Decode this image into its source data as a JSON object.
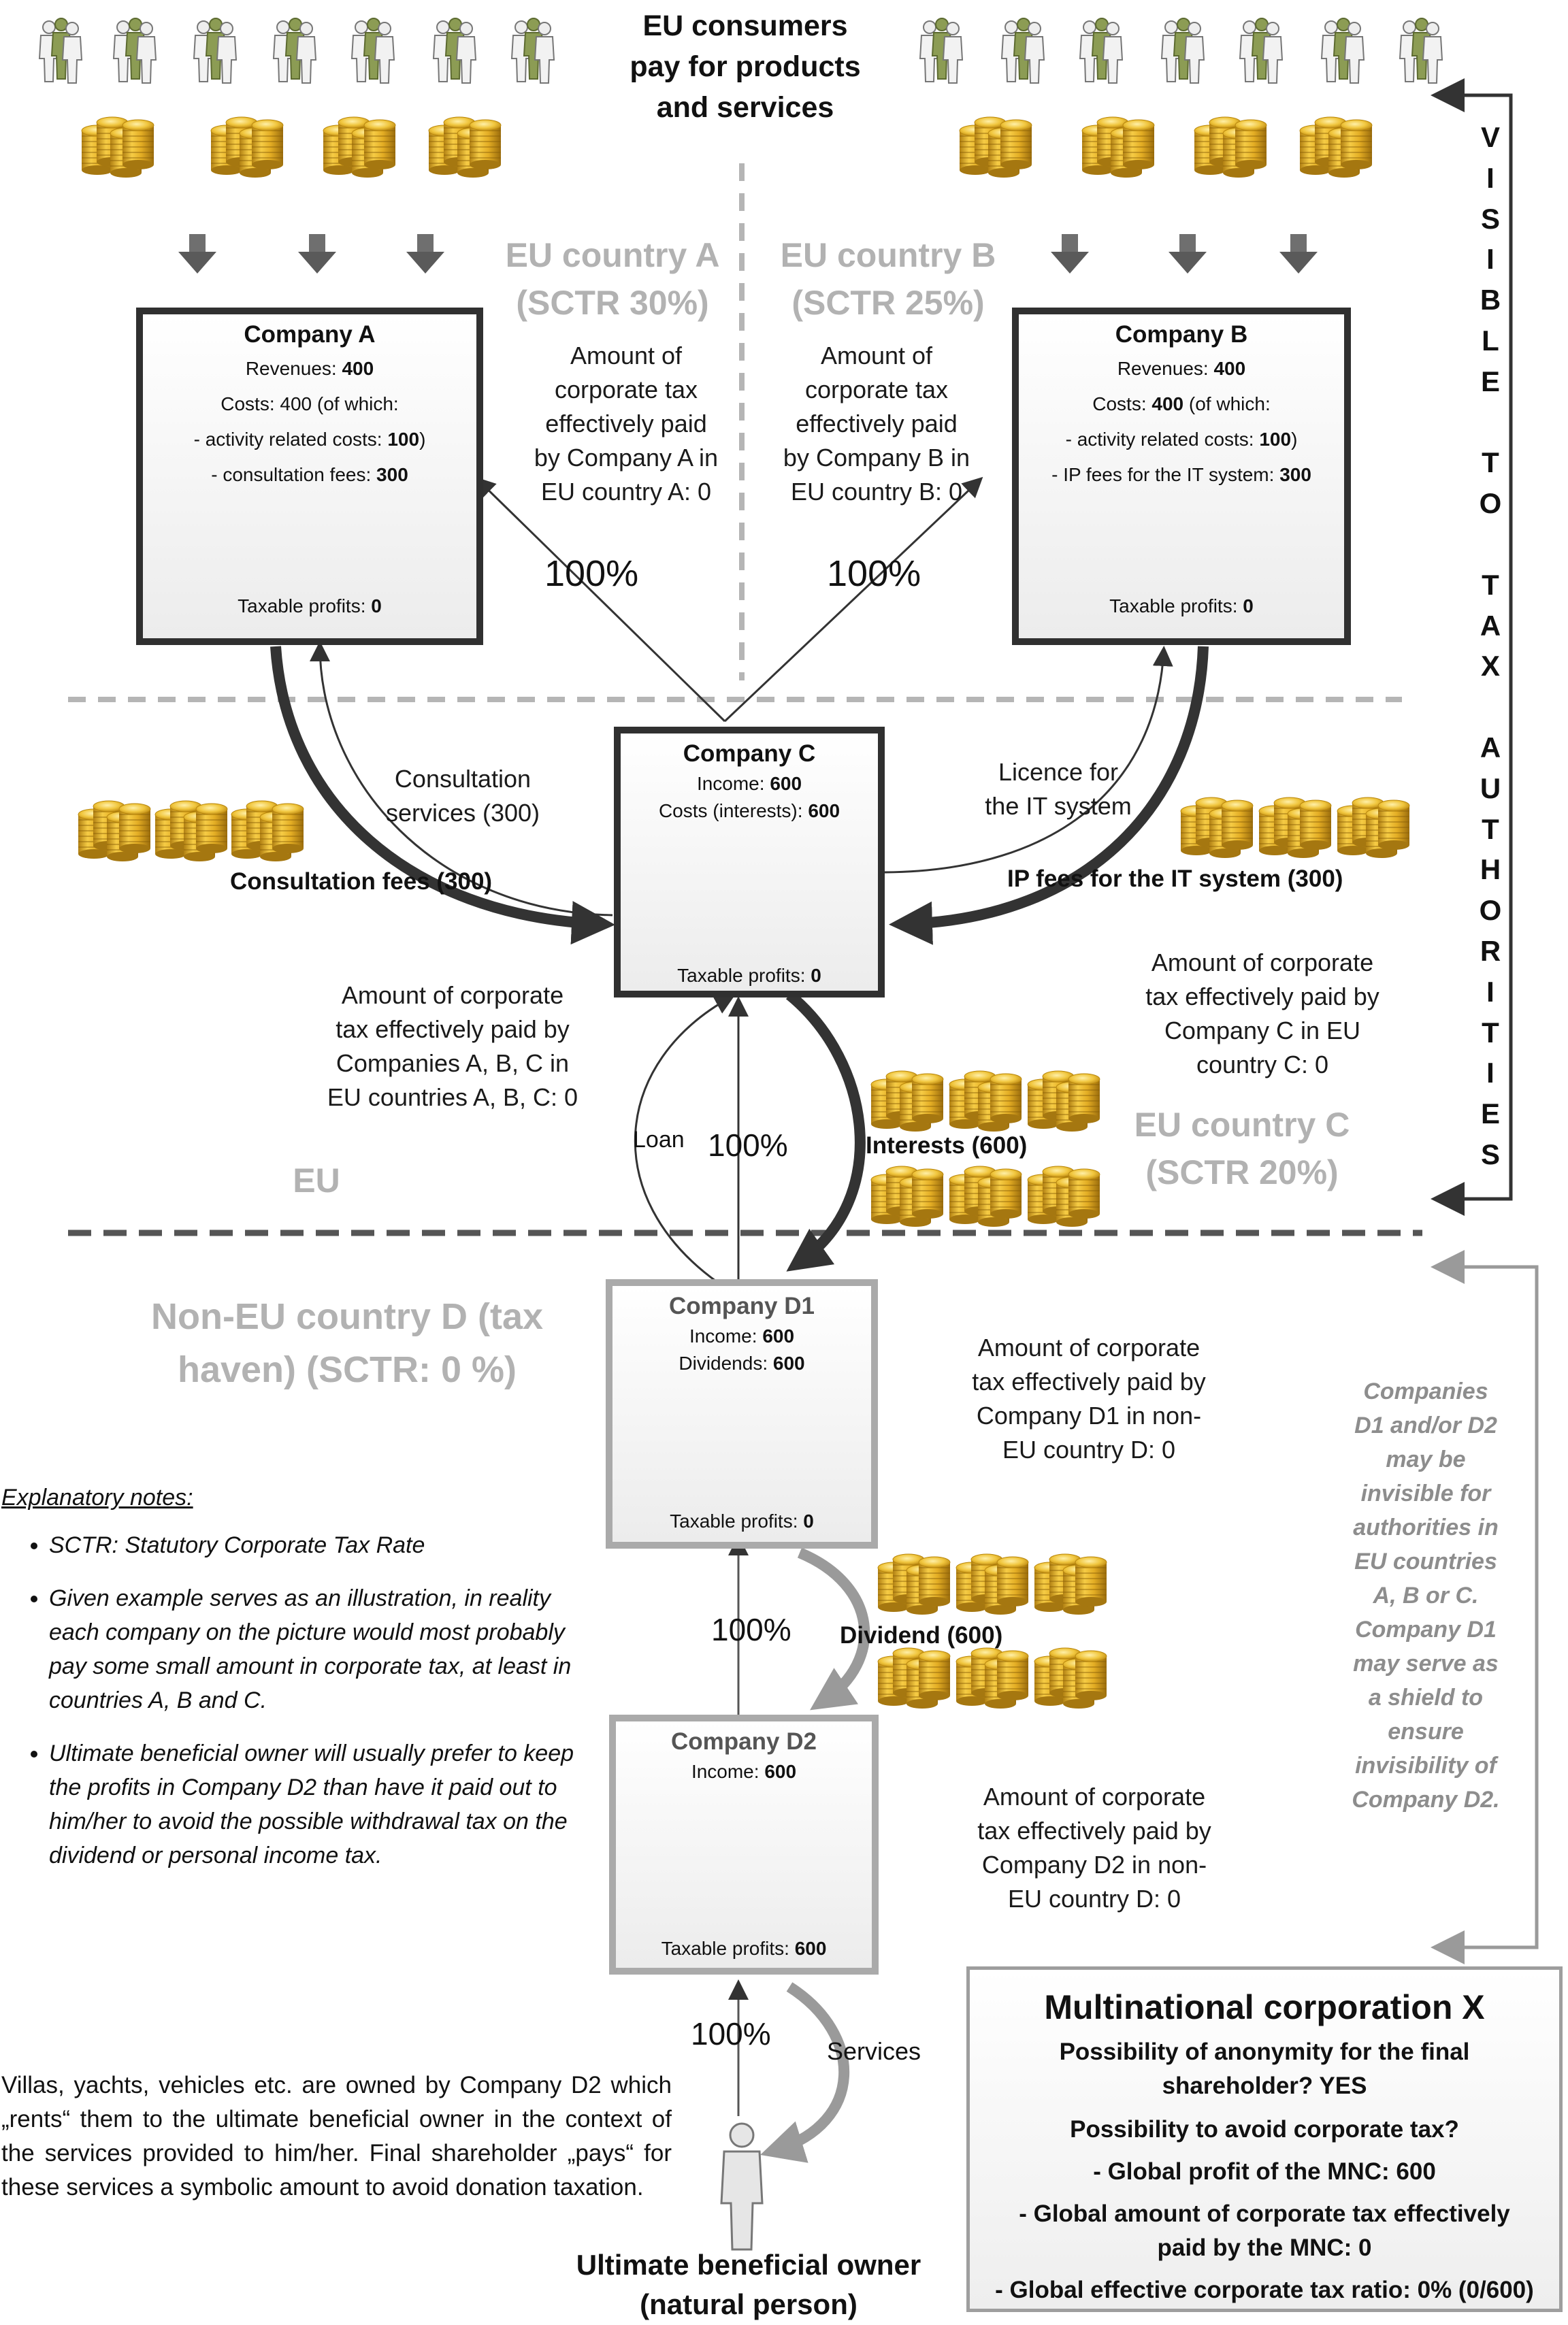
{
  "header": {
    "consumers_line1": "EU consumers",
    "consumers_line2": "pay for products",
    "consumers_line3": "and services"
  },
  "countries": {
    "a_name": "EU country A",
    "a_rate": "(SCTR 30%)",
    "b_name": "EU country B",
    "b_rate": "(SCTR 25%)",
    "c_name": "EU country C",
    "c_rate": "(SCTR 20%)",
    "eu_label": "EU",
    "d_line1": "Non-EU country D (tax",
    "d_line2": "haven) (SCTR: 0 %)"
  },
  "company_a": {
    "title": "Company A",
    "revenues_label": "Revenues: ",
    "revenues_value": "400",
    "costs_line": "Costs: 400 (of which:",
    "activity_label": "- activity related costs: ",
    "activity_value": "100",
    "activity_suffix": ")",
    "consult_label": "- consultation fees: ",
    "consult_value": "300",
    "profit_label": "Taxable profits: ",
    "profit_value": "0"
  },
  "company_b": {
    "title": "Company B",
    "revenues_label": "Revenues: ",
    "revenues_value": "400",
    "costs_label": "Costs: ",
    "costs_value": "400",
    "costs_suffix": " (of which:",
    "activity_label": "- activity related costs: ",
    "activity_value": "100",
    "activity_suffix": ")",
    "ip_label": "- IP fees for the IT system: ",
    "ip_value": "300",
    "profit_label": "Taxable profits: ",
    "profit_value": "0"
  },
  "company_c": {
    "title": "Company C",
    "income_label": "Income: ",
    "income_value": "600",
    "costs_label": "Costs (interests): ",
    "costs_value": "600",
    "profit_label": "Taxable profits: ",
    "profit_value": "0"
  },
  "company_d1": {
    "title": "Company D1",
    "income_label": "Income: ",
    "income_value": "600",
    "dividends_label": "Dividends: ",
    "dividends_value": "600",
    "profit_label": "Taxable profits: ",
    "profit_value": "0"
  },
  "company_d2": {
    "title": "Company D2",
    "income_label": "Income: ",
    "income_value": "600",
    "profit_label": "Taxable profits: ",
    "profit_value": "600"
  },
  "tax_notes": {
    "a": [
      "Amount of",
      "corporate tax",
      "effectively paid",
      "by Company A in",
      "EU country A: 0"
    ],
    "b": [
      "Amount of",
      "corporate tax",
      "effectively paid",
      "by Company B in",
      "EU country B: 0"
    ],
    "abc": [
      "Amount of corporate",
      "tax effectively paid by",
      "Companies A, B, C in",
      "EU countries A, B, C: 0"
    ],
    "c": [
      "Amount of corporate",
      "tax effectively paid by",
      "Company C in  EU",
      "country C: 0"
    ],
    "d1": [
      "Amount of corporate",
      "tax effectively paid by",
      "Company D1 in  non-",
      "EU country D: 0"
    ],
    "d2": [
      "Amount of corporate",
      "tax effectively paid by",
      "Company D2 in non-",
      "EU country D: 0"
    ]
  },
  "flows": {
    "pct_a": "100%",
    "pct_b": "100%",
    "pct_loan": "100%",
    "pct_dividend": "100%",
    "pct_services": "100%",
    "consult_services_l1": "Consultation",
    "consult_services_l2": "services (300)",
    "consult_fees": "Consultation fees (300)",
    "licence_l1": "Licence for",
    "licence_l2": "the IT system",
    "ip_fees": "IP fees for the IT system (300)",
    "loan": "Loan",
    "interests": "Interests (600)",
    "dividend": "Dividend (600)",
    "services": "Services"
  },
  "visible": {
    "letters": [
      "V",
      "I",
      "S",
      "I",
      "B",
      "L",
      "E",
      "",
      "T",
      "O",
      "",
      "T",
      "A",
      "X",
      "",
      "A",
      "U",
      "T",
      "H",
      "O",
      "R",
      "I",
      "T",
      "I",
      "E",
      "S"
    ]
  },
  "invisible_note": [
    "Companies",
    "D1 and/or D2",
    "may be",
    "invisible for",
    "authorities in",
    "EU countries",
    "A, B or C.",
    "Company D1",
    "may serve as",
    "a shield to",
    "ensure",
    "invisibility of",
    "Company D2."
  ],
  "explanatory": {
    "heading": "Explanatory notes:",
    "items": [
      "SCTR: Statutory Corporate Tax Rate",
      "Given example serves as an illustration, in reality each company on the picture would most probably pay some small amount in corporate tax, at least in countries A, B and C.",
      "Ultimate beneficial owner will usually prefer to keep the profits in Company D2 than have it paid out to him/her to avoid the possible withdrawal tax on the dividend or personal income tax."
    ]
  },
  "villas_text": "Villas, yachts, vehicles etc. are owned by Company D2 which „rents“ them to the ultimate beneficial owner in the context of the services provided to him/her. Final shareholder „pays“ for these services a symbolic amount to avoid donation taxation.",
  "owner": {
    "line1": "Ultimate beneficial owner",
    "line2": "(natural person)"
  },
  "mnc": {
    "title": "Multinational corporation X",
    "q1_line1": "Possibility of anonymity for the final",
    "q1_line2": "shareholder? YES",
    "q2": "Possibility to avoid corporate tax?",
    "global_profit": "- Global profit of the MNC: 600",
    "global_tax_l1": "- Global amount of corporate tax effectively",
    "global_tax_l2": "paid by the MNC: 0",
    "global_ratio": "- Global effective corporate tax ratio: 0% (0/600)"
  },
  "colors": {
    "gold": "#e8b62a",
    "gold_dark": "#a9780f",
    "consumer_green": "#8c9c54",
    "box_dark": "#303030",
    "box_light": "#aaaaaa",
    "country_grey": "#b2b2b2"
  }
}
